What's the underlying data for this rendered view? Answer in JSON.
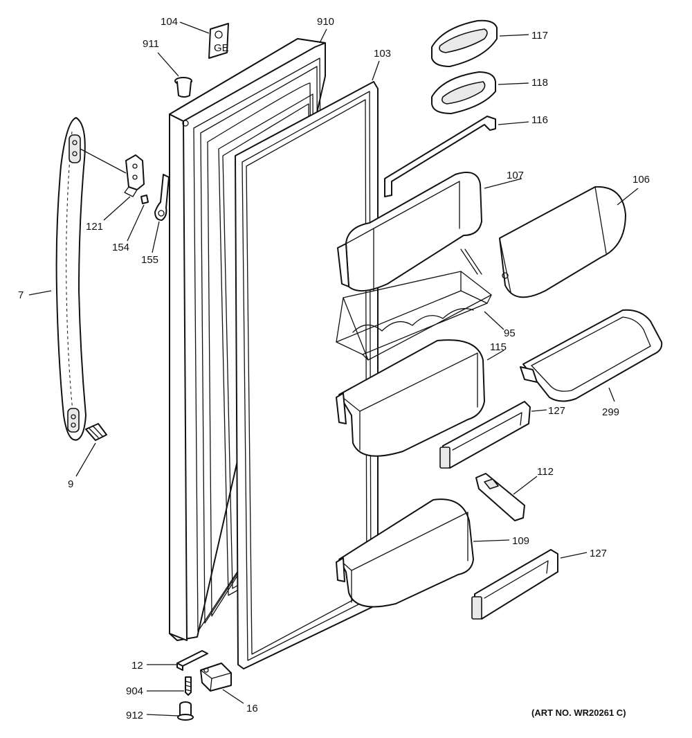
{
  "callouts": {
    "c104": "104",
    "c910": "910",
    "c911": "911",
    "c103": "103",
    "c117": "117",
    "c118": "118",
    "c116": "116",
    "c107": "107",
    "c106": "106",
    "c121": "121",
    "c154": "154",
    "c155": "155",
    "c7": "7",
    "c95": "95",
    "c115": "115",
    "c127a": "127",
    "c299": "299",
    "c9": "9",
    "c112": "112",
    "c109": "109",
    "c127b": "127",
    "c12": "12",
    "c904": "904",
    "c16": "16",
    "c912": "912"
  },
  "art_number": "(ART NO. WR20261 C)",
  "logo_text": "GE",
  "colors": {
    "ink": "#111111",
    "paper": "#ffffff",
    "fill": "#e9e9e9"
  }
}
